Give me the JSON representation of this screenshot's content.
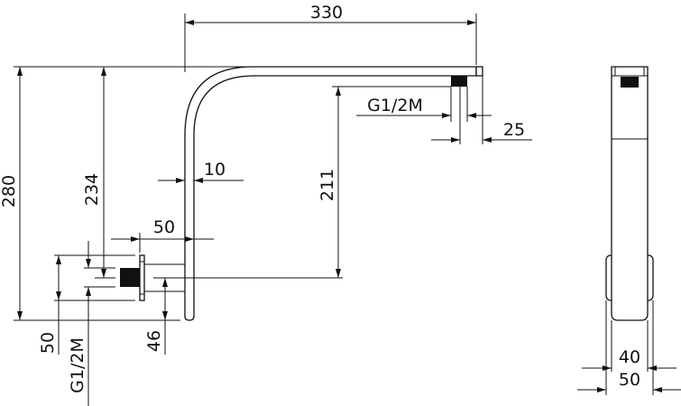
{
  "drawing": {
    "front_view": {
      "dim_total_reach": "330",
      "dim_total_height": "280",
      "dim_wall_to_arm_top": "234",
      "dim_outlet_drop": "211",
      "dim_pipe_thickness": "10",
      "dim_wall_projection": "50",
      "dim_flange_height": "50",
      "dim_inlet_thread": "G1/2M",
      "dim_inlet_to_bottom": "46",
      "dim_outlet_thread": "G1/2M",
      "dim_outlet_offset": "25"
    },
    "side_view": {
      "dim_arm_width": "40",
      "dim_flange_width": "50"
    }
  }
}
